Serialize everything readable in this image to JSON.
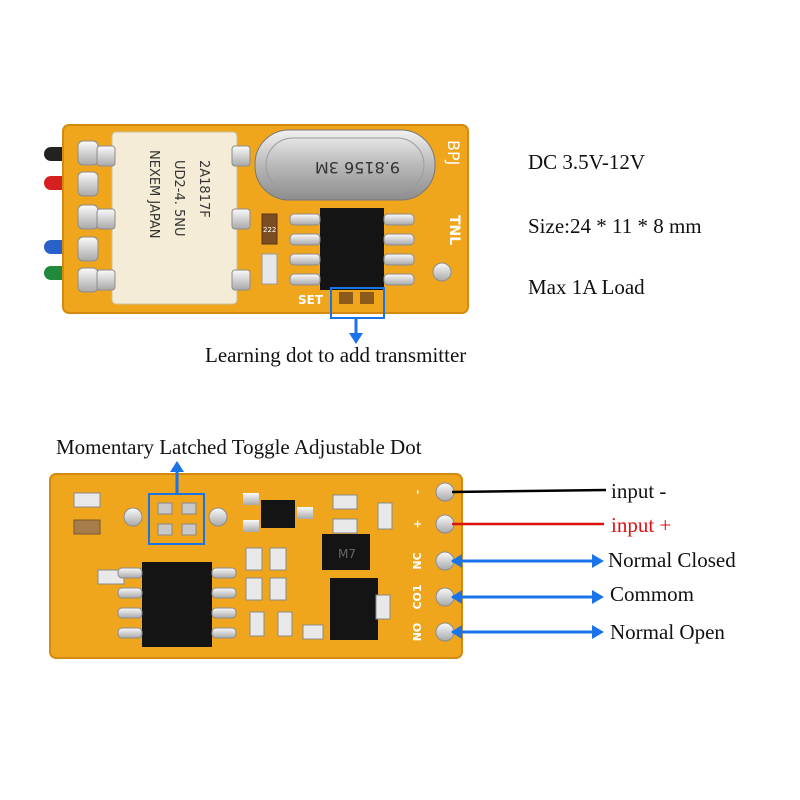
{
  "specs": {
    "voltage": "DC 3.5V-12V",
    "size": "Size:24 * 11 * 8 mm",
    "load": "Max 1A Load"
  },
  "top_board": {
    "relay_text_1": "2A1817F",
    "relay_text_2": "UD2-4. 5NU",
    "relay_text_3": "NEXEM JAPAN",
    "crystal_text": "9.8156 3M",
    "brand_text": "BPJ",
    "tnl_text": "TNL",
    "set_text": "SET",
    "cap_text": "222",
    "learning_label": "Learning dot to add transmitter"
  },
  "bottom_board": {
    "adjust_label": "Momentary Latched Toggle Adjustable Dot",
    "chip_text": "M7",
    "pin_silk": [
      "-",
      "+",
      "NC",
      "CO1",
      "NO"
    ],
    "pins": [
      {
        "label": "input -",
        "color": "#000000",
        "arrow_color": "#000000"
      },
      {
        "label": "input +",
        "color": "#dd1111",
        "arrow_color": "#dd1111"
      },
      {
        "label": "Normal Closed",
        "color": "#111111",
        "arrow_color": "#1a73e8"
      },
      {
        "label": "Commom",
        "color": "#111111",
        "arrow_color": "#1a73e8"
      },
      {
        "label": "Normal Open",
        "color": "#111111",
        "arrow_color": "#1a73e8"
      }
    ]
  },
  "colors": {
    "pcb": "#efa51c",
    "accent_blue": "#1a73e8",
    "red": "#dd1111"
  }
}
